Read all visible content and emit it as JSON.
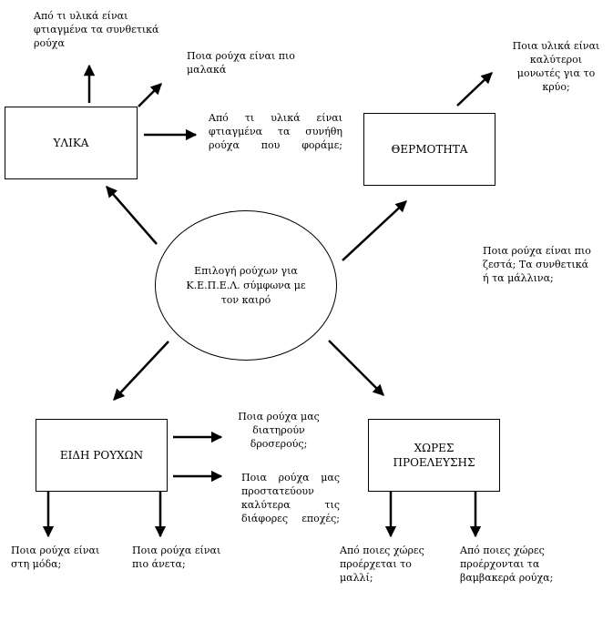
{
  "nodes": {
    "center": "Επιλογή ρούχων για\nΚ.Ε.Π.Ε.Λ. σύμφωνα με\nτον καιρό",
    "materials": "ΥΛΙΚΑ",
    "warmth": "ΘΕΡΜΟΤΗΤΑ",
    "clothing_types": "ΕΙΔΗ ΡΟΥΧΩΝ",
    "origin_countries": "ΧΩΡΕΣ\nΠΡΟΕΛΕΥΣΗΣ"
  },
  "questions": {
    "synthetic_materials": "Από τι υλικά είναι\nφτιαγμένα τα συνθετικά\nρούχα",
    "softest_clothes": "Ποια ρούχα είναι πιο\nμαλακά",
    "usual_clothes": "Από τι υλικά είναι\nφτιαγμένα τα συνήθη\nρούχα που φοράμε;",
    "better_insulators": "Ποια υλικά είναι\nκαλύτεροι\nμονωτές για το\nκρύο;",
    "warmest_clothes": "Ποια ρούχα είναι πιο\nζεστά; Τα συνθετικά\nή τα μάλλινα;",
    "keep_cool": "Ποια ρούχα μας\nδιατηρούν\nδροσερούς;",
    "protect_seasons": "Ποια ρούχα μας\nπροστατεύουν\nκαλύτερα τις\nδιάφορες εποχές;",
    "fashion": "Ποια ρούχα είναι\nστη μόδα;",
    "comfort": "Ποια ρούχα είναι\nπιο άνετα;",
    "wool_origin": "Από ποιες χώρες\nπροέρχεται το\nμαλλί;",
    "cotton_origin": "Από ποιες χώρες\nπροέρχονται τα\nβαμβακερά ρούχα;"
  }
}
